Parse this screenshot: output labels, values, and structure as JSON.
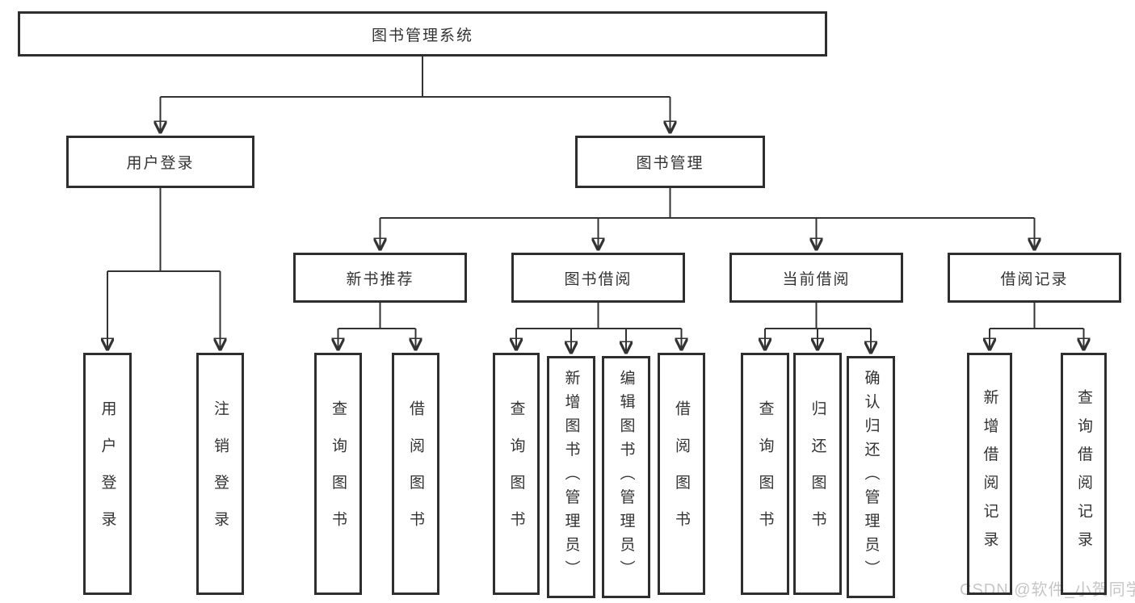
{
  "tree": {
    "label": "图书管理系统",
    "children": [
      {
        "label": "用户登录",
        "children": [
          {
            "label": "用户登录"
          },
          {
            "label": "注销登录"
          }
        ]
      },
      {
        "label": "图书管理",
        "children": [
          {
            "label": "新书推荐",
            "children": [
              {
                "label": "查询图书"
              },
              {
                "label": "借阅图书"
              }
            ]
          },
          {
            "label": "图书借阅",
            "children": [
              {
                "label": "查询图书"
              },
              {
                "label": "新增图书（管理员）"
              },
              {
                "label": "编辑图书（管理员）"
              },
              {
                "label": "借阅图书"
              }
            ]
          },
          {
            "label": "当前借阅",
            "children": [
              {
                "label": "查询图书"
              },
              {
                "label": "归还图书"
              },
              {
                "label": "确认归还（管理员）"
              }
            ]
          },
          {
            "label": "借阅记录",
            "children": [
              {
                "label": "新增借阅记录"
              },
              {
                "label": "查询借阅记录"
              }
            ]
          }
        ]
      }
    ]
  },
  "watermark": {
    "text": "CSDN @软件_小贺同学"
  },
  "colors": {
    "line": "#333333",
    "box_border": "#2e2e2e",
    "text": "#333333",
    "watermark": "#c6c6c6",
    "background": "#ffffff"
  }
}
